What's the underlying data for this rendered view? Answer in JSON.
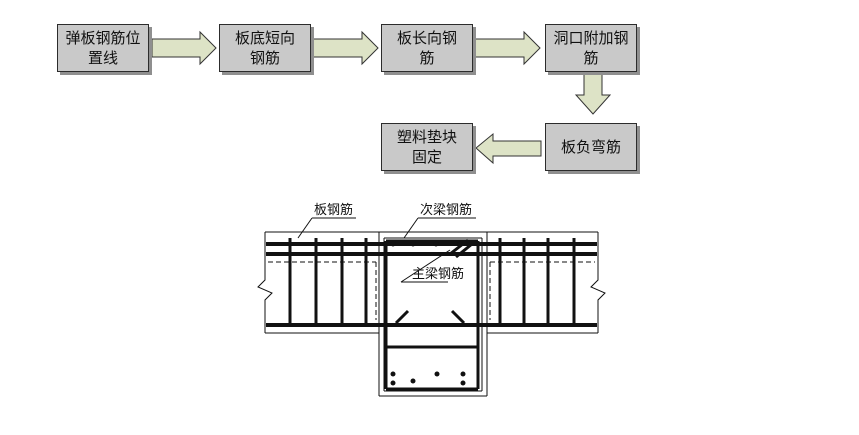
{
  "flow": {
    "step1": "弹板钢筋位置线",
    "step2": "板底短向钢筋",
    "step3": "板长向钢筋",
    "step4": "洞口附加钢筋",
    "step5": "板负弯筋",
    "step6": "塑料垫块固定"
  },
  "section": {
    "label_slab_rebar": "板钢筋",
    "label_secondary_beam_rebar": "次梁钢筋",
    "label_main_beam_rebar": "主梁钢筋"
  },
  "colors": {
    "box_fill": "#c9c9c9",
    "box_shadow": "#8f8f8f",
    "arrow_fill": "#dde3c6",
    "line": "#111111"
  }
}
